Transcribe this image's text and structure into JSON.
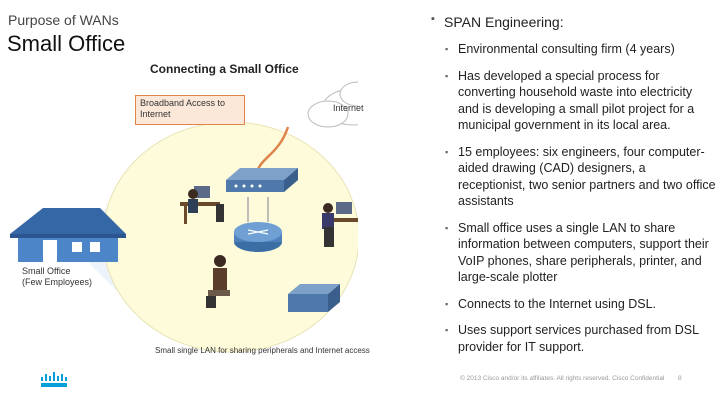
{
  "header": {
    "section": "Purpose of WANs",
    "title": "Small Office"
  },
  "figure": {
    "title": "Connecting a Small Office",
    "callout": "Broadband Access to Internet",
    "internet_label": "Internet",
    "house_label_1": "Small Office",
    "house_label_2": "(Few Employees)",
    "caption": "Small single LAN for sharing peripherals and Internet access"
  },
  "content": {
    "main_bullet": "SPAN Engineering:",
    "items": [
      "Environmental consulting firm (4 years)",
      "Has developed a special process for converting household waste into electricity and is developing a small pilot project for a municipal government in its local area.",
      "15 employees:  six engineers, four computer-aided drawing (CAD) designers, a receptionist, two senior partners and two office assistants",
      "Small office uses a single LAN to share information between computers, support their VoIP phones, share peripherals, printer, and large-scale plotter",
      "Connects to the Internet using DSL.",
      "Uses support services purchased from DSL provider for IT support."
    ]
  },
  "footer": {
    "copyright": "© 2013 Cisco and/or its affiliates. All rights reserved.    Cisco Confidential",
    "page": "8"
  },
  "colors": {
    "accent_orange": "#e0834a",
    "cisco_blue": "#049fd9",
    "circle_fill": "#fdfbd9",
    "house_blue": "#3f7bc4"
  }
}
